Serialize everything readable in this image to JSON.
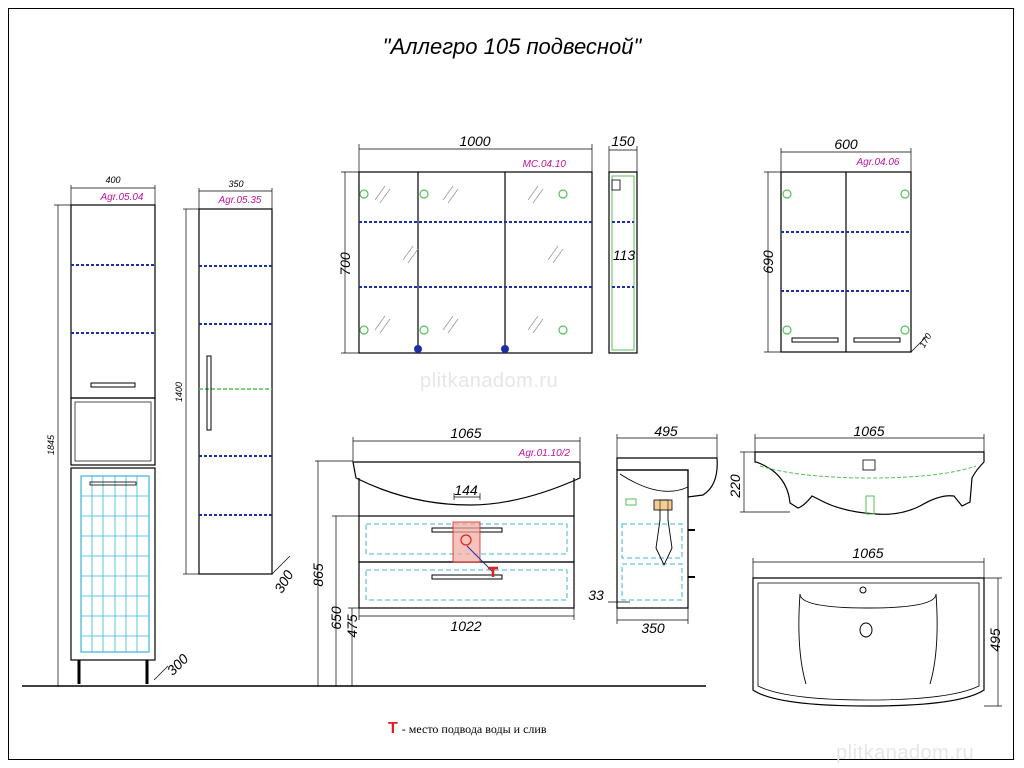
{
  "title": "\"Аллегро 105 подвесной\"",
  "legend": {
    "marker": "T",
    "text": "- место подвода воды и слив"
  },
  "watermarks": [
    "plitkanadom.ru",
    "plitkanadom.ru"
  ],
  "colors": {
    "line": "#000000",
    "code": "#c0139c",
    "shelf": "#1d2fa8",
    "glass": "#38b6d8",
    "accent_red": "#e02020",
    "fitting_green": "#55c05a"
  },
  "pieces": {
    "tall_cabinet": {
      "code": "Agr.05.04",
      "width": "400",
      "height": "1845",
      "depth": "300"
    },
    "column": {
      "code": "Agr.05.35",
      "width": "350",
      "height": "1400",
      "depth": "300"
    },
    "mirror_cabinet": {
      "code": "MC.04.10",
      "width": "1000",
      "height": "700",
      "depth": "150",
      "inner": "113"
    },
    "wall_cabinet": {
      "code": "Agr.04.06",
      "width": "600",
      "height": "690",
      "depth": "170"
    },
    "vanity": {
      "code": "Agr.01.10/2",
      "width": "1065",
      "body_width": "1022",
      "cutout": "144",
      "height_total": "865",
      "height_mid": "650",
      "height_low": "475"
    },
    "vanity_side": {
      "top_depth": "495",
      "body_depth": "350",
      "offset": "33"
    },
    "basin_front": {
      "width": "1065",
      "height": "220"
    },
    "basin_top": {
      "width": "1065",
      "depth": "495"
    }
  }
}
